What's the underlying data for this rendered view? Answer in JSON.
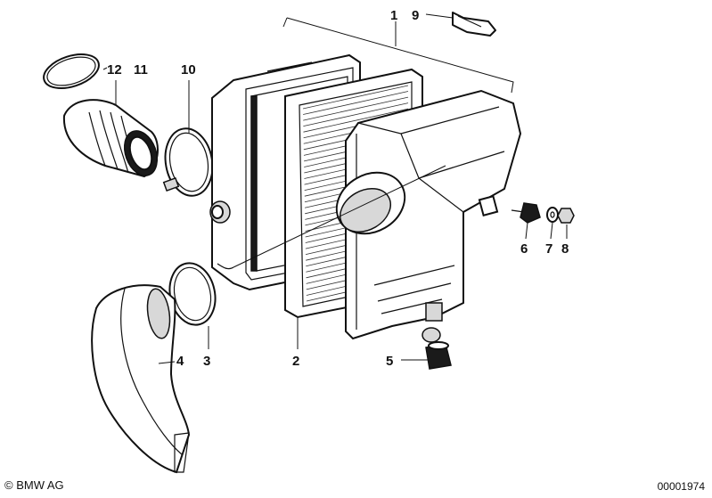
{
  "parts": [
    {
      "label": "1"
    },
    {
      "label": "2"
    },
    {
      "label": "3"
    },
    {
      "label": "4"
    },
    {
      "label": "5"
    },
    {
      "label": "6"
    },
    {
      "label": "7"
    },
    {
      "label": "8"
    },
    {
      "label": "9"
    },
    {
      "label": "10"
    },
    {
      "label": "11"
    },
    {
      "label": "12"
    }
  ],
  "footer": {
    "copyright": "© BMW AG",
    "doc_number": "00001974"
  },
  "colors": {
    "ink": "#111111",
    "paper": "#ffffff"
  }
}
